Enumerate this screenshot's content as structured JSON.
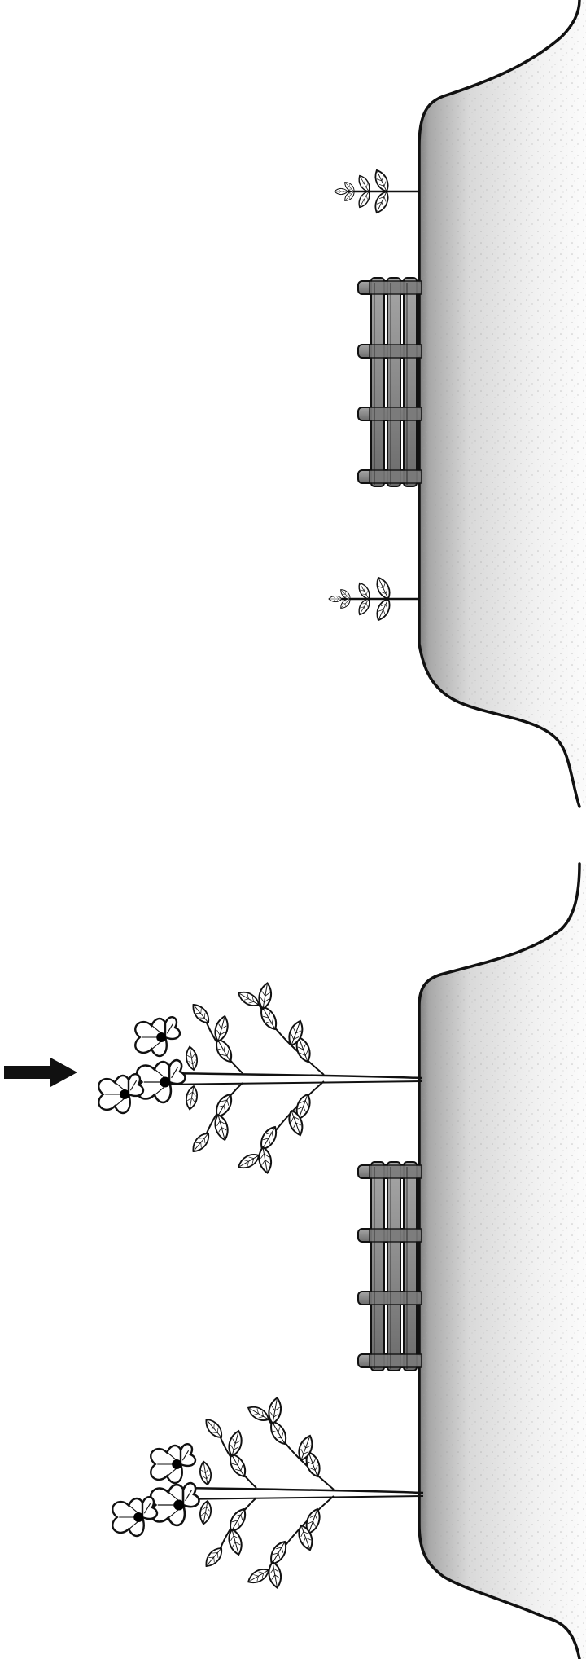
{
  "scenes": [
    {
      "id": "before",
      "plant_stage": "seedling",
      "has_pallet": true,
      "pointer_arrow": false
    },
    {
      "id": "after",
      "plant_stage": "flowering",
      "has_pallet": true,
      "pointer_arrow": true
    }
  ],
  "colors": {
    "outline": "#111111",
    "soil_light": "#f4f4f4",
    "soil_dark": "#8a8a8a",
    "pallet_fill": "#8c8c8c",
    "pallet_dark": "#555555",
    "leaf_fill": "#ffffff",
    "flower_center": "#000000",
    "arrow": "#111111"
  },
  "icons": [
    "raised-bed",
    "wooden-pallet",
    "seedling",
    "flowering-plant",
    "pointer-arrow"
  ]
}
